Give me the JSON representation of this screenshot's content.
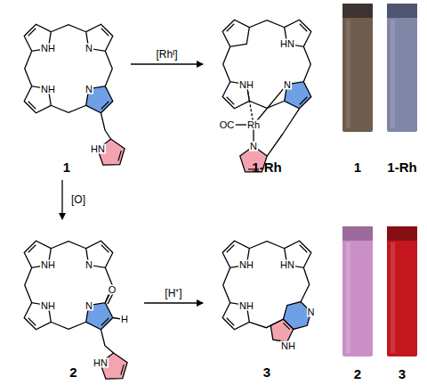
{
  "diagram": {
    "nodes": [
      {
        "text": [
          "1"
        ]
      },
      {
        "text": [
          "1-Rh"
        ]
      },
      {
        "text": [
          "2"
        ]
      },
      {
        "text": [
          "3"
        ]
      }
    ],
    "edges": [
      {
        "from": 0,
        "to": 1,
        "arrow": "to",
        "label": "[Rhᴵ]"
      },
      {
        "from": 0,
        "to": 2,
        "arrow": "to",
        "label": "[O]"
      },
      {
        "from": 2,
        "to": 3,
        "arrow": "to",
        "label": "[H⁺]"
      }
    ],
    "labels": [
      "NH",
      "N",
      "NH",
      "N",
      "HN",
      "NH",
      "HN",
      "N",
      "N",
      "OC",
      "Rh",
      "NH",
      "N",
      "NH",
      "N",
      "O",
      "H",
      "HN",
      "NH",
      "HN",
      "NH",
      "N",
      "NH",
      "1",
      "1-Rh",
      "2",
      "3"
    ]
  }
}
